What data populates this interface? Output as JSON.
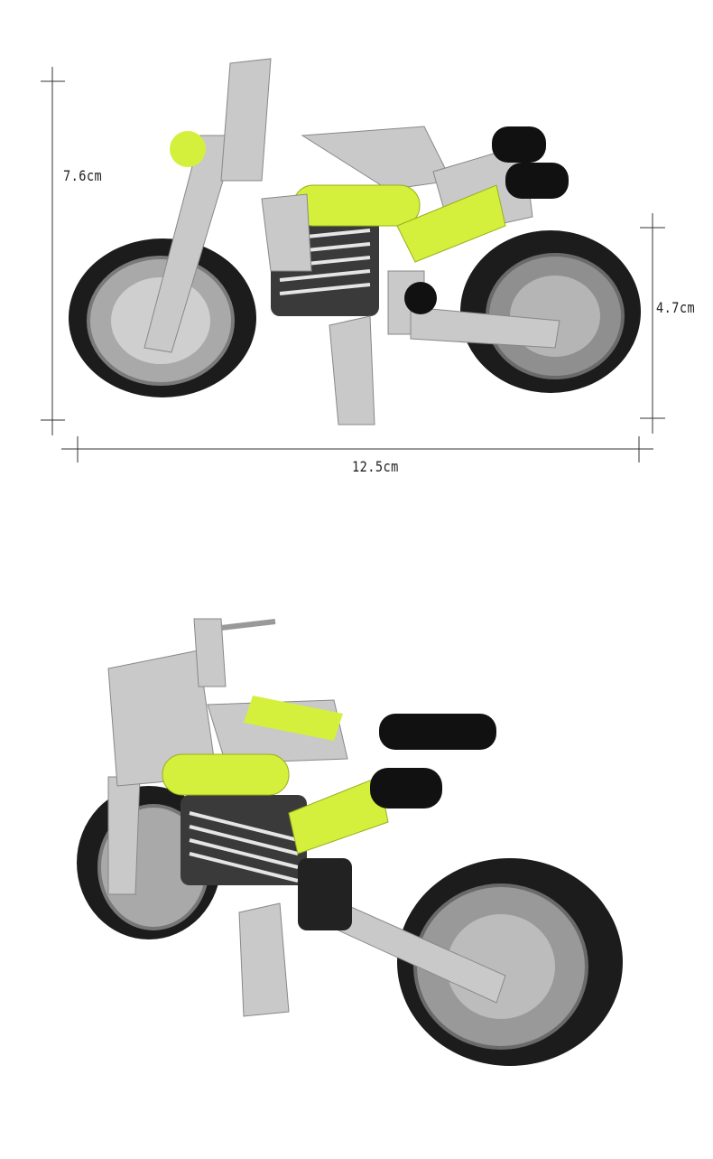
{
  "dimensions": {
    "height": "7.6cm",
    "wheel_height": "4.7cm",
    "length": "12.5cm"
  },
  "colors": {
    "accent_green": "#d4f03c",
    "steel": "#c9c9c9",
    "tire": "#1c1c1c"
  },
  "images": [
    {
      "name": "motorcycle-side-view"
    },
    {
      "name": "motorcycle-three-quarter-view"
    }
  ]
}
